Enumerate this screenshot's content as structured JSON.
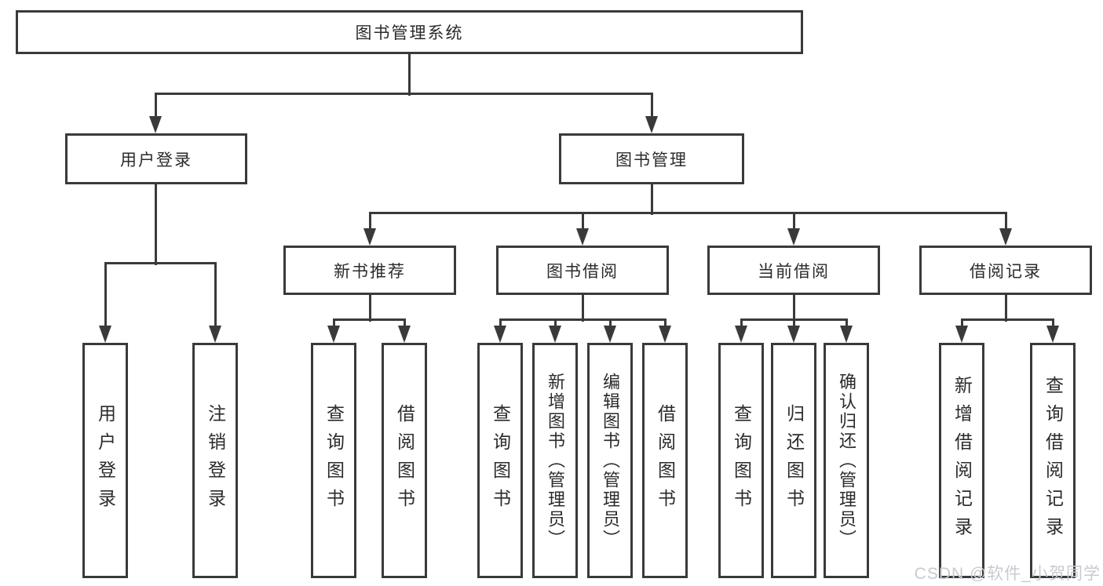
{
  "nodes": {
    "root": {
      "label": "图书管理系统"
    },
    "user_login": {
      "label": "用户登录"
    },
    "book_management": {
      "label": "图书管理"
    },
    "user_login_leaf": {
      "label": "用户登录"
    },
    "logout_leaf": {
      "label": "注销登录"
    },
    "new_book_recommend": {
      "label": "新书推荐"
    },
    "book_borrowing": {
      "label": "图书借阅"
    },
    "current_borrowing": {
      "label": "当前借阅"
    },
    "borrowing_records": {
      "label": "借阅记录"
    },
    "nbr_query_books": {
      "label": "查询图书"
    },
    "nbr_borrow_books": {
      "label": "借阅图书"
    },
    "bb_query_books": {
      "label": "查询图书"
    },
    "bb_add_books_admin": {
      "label": "新增图书（管理员）"
    },
    "bb_edit_books_admin": {
      "label": "编辑图书（管理员）"
    },
    "bb_borrow_books": {
      "label": "借阅图书"
    },
    "cb_query_books": {
      "label": "查询图书"
    },
    "cb_return_books": {
      "label": "归还图书"
    },
    "cb_confirm_return_admin": {
      "label": "确认归还（管理员）"
    },
    "br_add_record": {
      "label": "新增借阅记录"
    },
    "br_query_record": {
      "label": "查询借阅记录"
    }
  },
  "watermark": {
    "text": "CSDN @软件_小贺同学"
  },
  "colors": {
    "line": "#3a3a3a",
    "text": "#2b2b2b",
    "background": "#ffffff",
    "watermark": "#c9cad0"
  }
}
